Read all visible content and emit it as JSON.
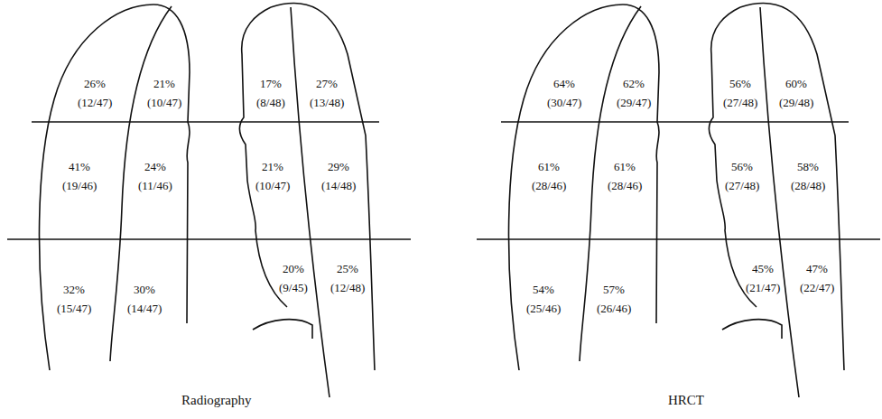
{
  "diagram": {
    "labels": [
      "26%",
      "(12/47)",
      "21%",
      "(10/47)",
      "17%",
      "(8/48)",
      "27%",
      "(13/48)",
      "41%",
      "(19/46)",
      "24%",
      "(11/46)",
      "21%",
      "(10/47)",
      "29%",
      "(14/48)",
      "32%",
      "(15/47)",
      "30%",
      "(14/47)",
      "20%",
      "(9/45)",
      "25%",
      "(12/48)",
      "64%",
      "(30/47)",
      "62%",
      "(29/47)",
      "56%",
      "(27/48)",
      "60%",
      "(29/48)",
      "61%",
      "(28/46)",
      "61%",
      "(28/46)",
      "56%",
      "(27/48)",
      "58%",
      "(28/48)",
      "54%",
      "(25/46)",
      "57%",
      "(26/46)",
      "45%",
      "(21/47)",
      "47%",
      "(22/47)",
      "Radiography",
      "HRCT"
    ]
  }
}
